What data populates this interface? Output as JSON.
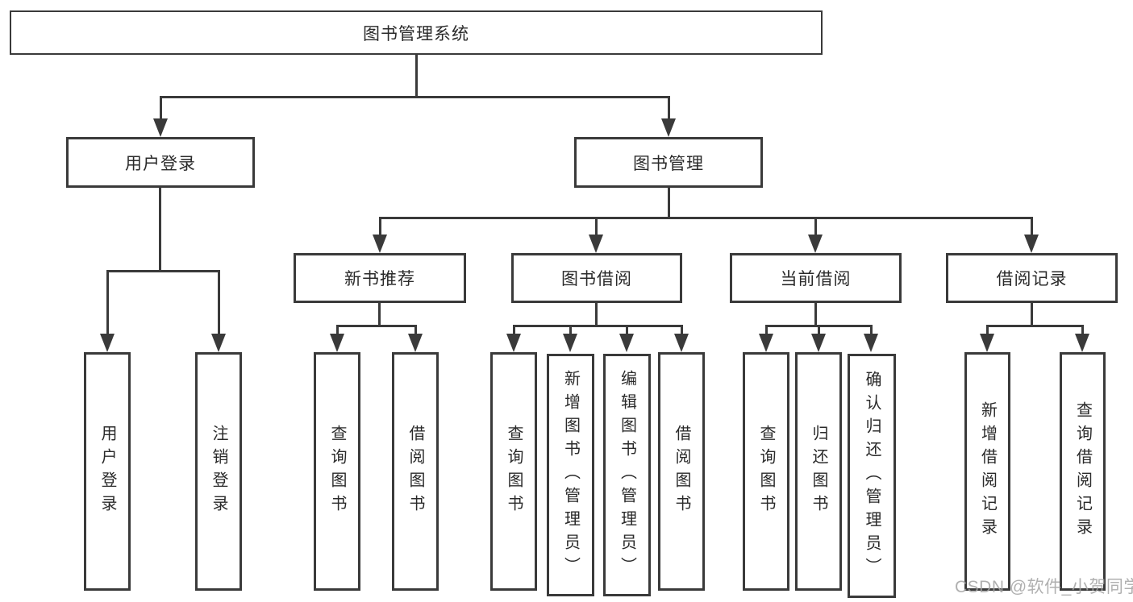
{
  "tree": {
    "root": {
      "label": "图书管理系统"
    },
    "branches": [
      {
        "label": "用户登录",
        "leaves": [
          {
            "label": "用户登录"
          },
          {
            "label": "注销登录"
          }
        ]
      },
      {
        "label": "图书管理",
        "groups": [
          {
            "label": "新书推荐",
            "leaves": [
              {
                "label": "查询图书"
              },
              {
                "label": "借阅图书"
              }
            ]
          },
          {
            "label": "图书借阅",
            "leaves": [
              {
                "label": "查询图书"
              },
              {
                "label": "新增图书（管理员）"
              },
              {
                "label": "编辑图书（管理员）"
              },
              {
                "label": "借阅图书"
              }
            ]
          },
          {
            "label": "当前借阅",
            "leaves": [
              {
                "label": "查询图书"
              },
              {
                "label": "归还图书"
              },
              {
                "label": "确认归还（管理员）"
              }
            ]
          },
          {
            "label": "借阅记录",
            "leaves": [
              {
                "label": "新增借阅记录"
              },
              {
                "label": "查询借阅记录"
              }
            ]
          }
        ]
      }
    ]
  },
  "watermark": {
    "text": "CSDN @软件_小贺同学"
  },
  "colors": {
    "line": "#3a3a3a",
    "box_border": "#3a3a3a",
    "text": "#2a2a2a",
    "watermark": "#a3a3a3",
    "background": "#ffffff"
  }
}
